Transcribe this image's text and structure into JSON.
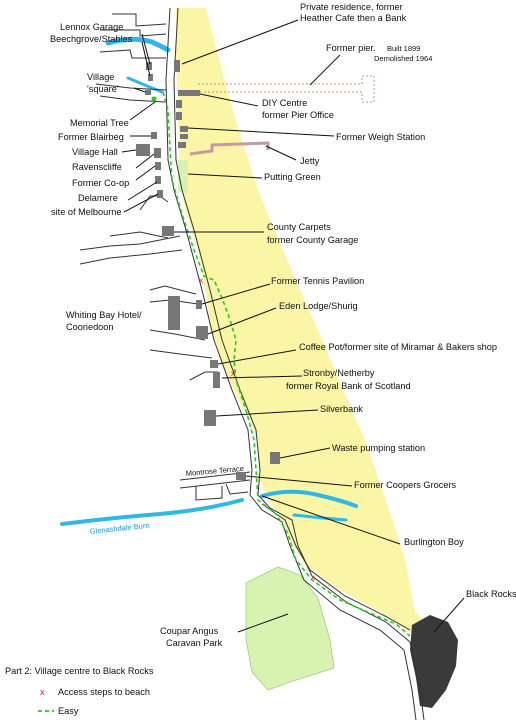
{
  "map": {
    "labels": {
      "private_residence_1": "Private residence, former",
      "private_residence_2": "Heather Cafe then a Bank",
      "former_pier": "Former pier.",
      "pier_built": "Built  1899",
      "pier_demolished": "Demolished 1964",
      "lennox_garage": "Lennox Garage",
      "beechgrove": "Beechgrove/Stables",
      "village_1": "Village",
      "village_2": "'square'",
      "diy_1": "DIY Centre",
      "diy_2": "former Pier Office",
      "memorial_tree": "Memorial Tree",
      "former_blairbeg": "Former Blairbeg",
      "weigh_station": "Former Weigh Station",
      "village_hall": "Village Hall",
      "jetty": "Jetty",
      "ravenscliffe": "Ravenscliffe",
      "former_coop": "Former Co-op",
      "putting_green": "Putting Green",
      "delamere": "Delamere",
      "melbourne": "site of Melbourne",
      "county_carpets_1": "County Carpets",
      "county_carpets_2": "former County Garage",
      "tennis_pavilion": "Former Tennis Pavilion",
      "eden_lodge": "Eden Lodge/Shurig",
      "whiting_bay_1": "Whiting Bay Hotel/",
      "whiting_bay_2": "Cooriedoon",
      "coffee_pot": "Coffee Pot/former site of Miramar & Bakers shop",
      "stronby_1": "Stronby/Netherby",
      "stronby_2": "former Royal Bank of Scotland",
      "silverbank": "Silverbank",
      "waste_pumping": "Waste pumping station",
      "montrose_terrace": "Montrose Terrace",
      "coopers_grocers": "Former Coopers Grocers",
      "glenashdale_burn": "Glenashdale Burn",
      "burlington_boy": "Burlington Boy",
      "black_rocks": "Black Rocks",
      "coupar_angus_1": "Coupar Angus",
      "coupar_angus_2": "Caravan Park",
      "part_title": "Part 2: Village centre to Black Rocks"
    },
    "legend": {
      "access_symbol": "x",
      "access_label": "Access steps to beach",
      "easy_label": "Easy"
    },
    "colors": {
      "beach": "#fbf6a6",
      "water": "#2fb8e6",
      "building": "#777777",
      "park": "#d8f2b0",
      "rocks": "#3a3a3a",
      "route": "#22cc22",
      "access": "#dd2222",
      "jetty": "#c79aa3",
      "pier": "#b79a86"
    }
  }
}
